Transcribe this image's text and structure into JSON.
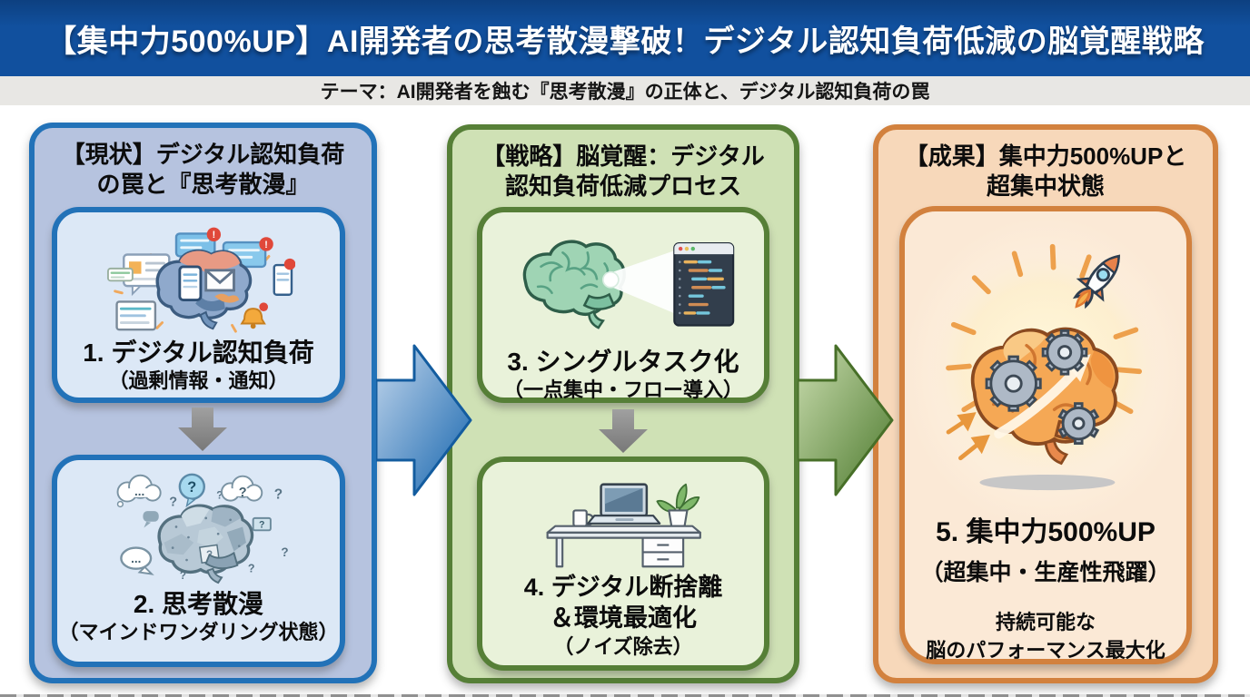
{
  "header": {
    "title": "【集中力500%UP】AI開発者の思考散漫撃破！デジタル認知負荷低減の脳覚醒戦略"
  },
  "subtitle": {
    "text": "テーマ：AI開発者を蝕む『思考散漫』の正体と、デジタル認知負荷の罠"
  },
  "panels": {
    "current": {
      "title_line1": "【現状】デジタル認知負荷",
      "title_line2": "の罠と『思考散漫』",
      "steps": [
        {
          "icon": "overloaded-brain-icon",
          "label": "1. デジタル認知負荷",
          "sublabel": "（過剰情報・通知）"
        },
        {
          "icon": "wandering-brain-icon",
          "label": "2. 思考散漫",
          "sublabel": "（マインドワンダリング状態）"
        }
      ]
    },
    "strategy": {
      "title_line1": "【戦略】脳覚醒：デジタル",
      "title_line2": "認知負荷低減プロセス",
      "steps": [
        {
          "icon": "focus-beam-brain-icon",
          "label": "3. シングルタスク化",
          "sublabel": "（一点集中・フロー導入）"
        },
        {
          "icon": "clean-desk-icon",
          "label": "4. デジタル断捨離",
          "label_line2": "＆環境最適化",
          "sublabel": "（ノイズ除去）"
        }
      ]
    },
    "result": {
      "title_line1": "【成果】集中力500%UPと",
      "title_line2": "超集中状態",
      "steps": [
        {
          "icon": "awakened-brain-icon",
          "label": "5. 集中力500%UP",
          "sublabel": "（超集中・生産性飛躍）",
          "note_line1": "持続可能な",
          "note_line2": "脳のパフォーマンス最大化"
        }
      ]
    }
  },
  "flow": {
    "current_to_strategy": "flow-arrow-blue",
    "strategy_to_result": "flow-arrow-green"
  },
  "colors": {
    "header_bg": "#11509e",
    "header_text": "#ffffff",
    "subtitle_bg": "#e8e7e4",
    "current_panel_bg": "#b6c3df",
    "current_border": "#2272b8",
    "current_box_bg": "#dce8f6",
    "strategy_panel_bg": "#cfe1b5",
    "strategy_border": "#567f37",
    "strategy_box_bg": "#e9f2da",
    "result_panel_bg": "#f7d8ba",
    "result_border": "#d2813e",
    "result_box_bg": "#fbe9d6",
    "flow_arrow_blue": "#1a6ab5",
    "flow_arrow_green": "#527c2c",
    "step_arrow_gray": "#8d8d8d"
  }
}
